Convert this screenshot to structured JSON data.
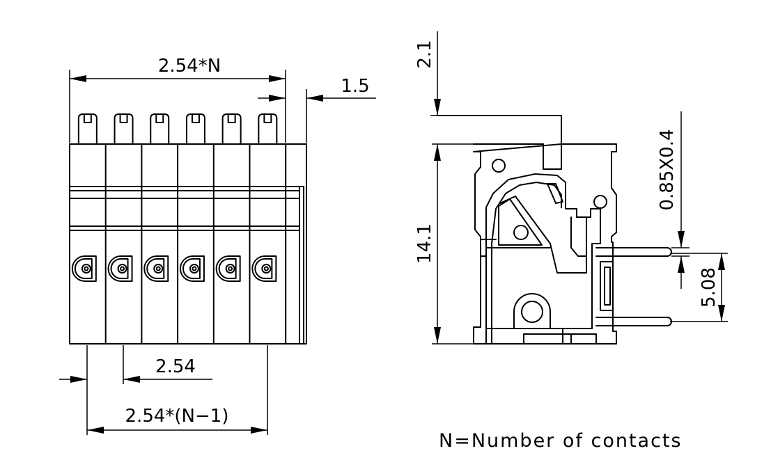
{
  "dimensions": {
    "total_width": "2.54*N",
    "right_offset": "1.5",
    "pitch": "2.54",
    "span": "2.54*(N−1)",
    "top_height": "2.1",
    "body_height": "14.1",
    "pin_size": "0.85X0.4",
    "pin_pitch": "5.08"
  },
  "note": "N=Number of contacts",
  "contact_count_shown": 6
}
